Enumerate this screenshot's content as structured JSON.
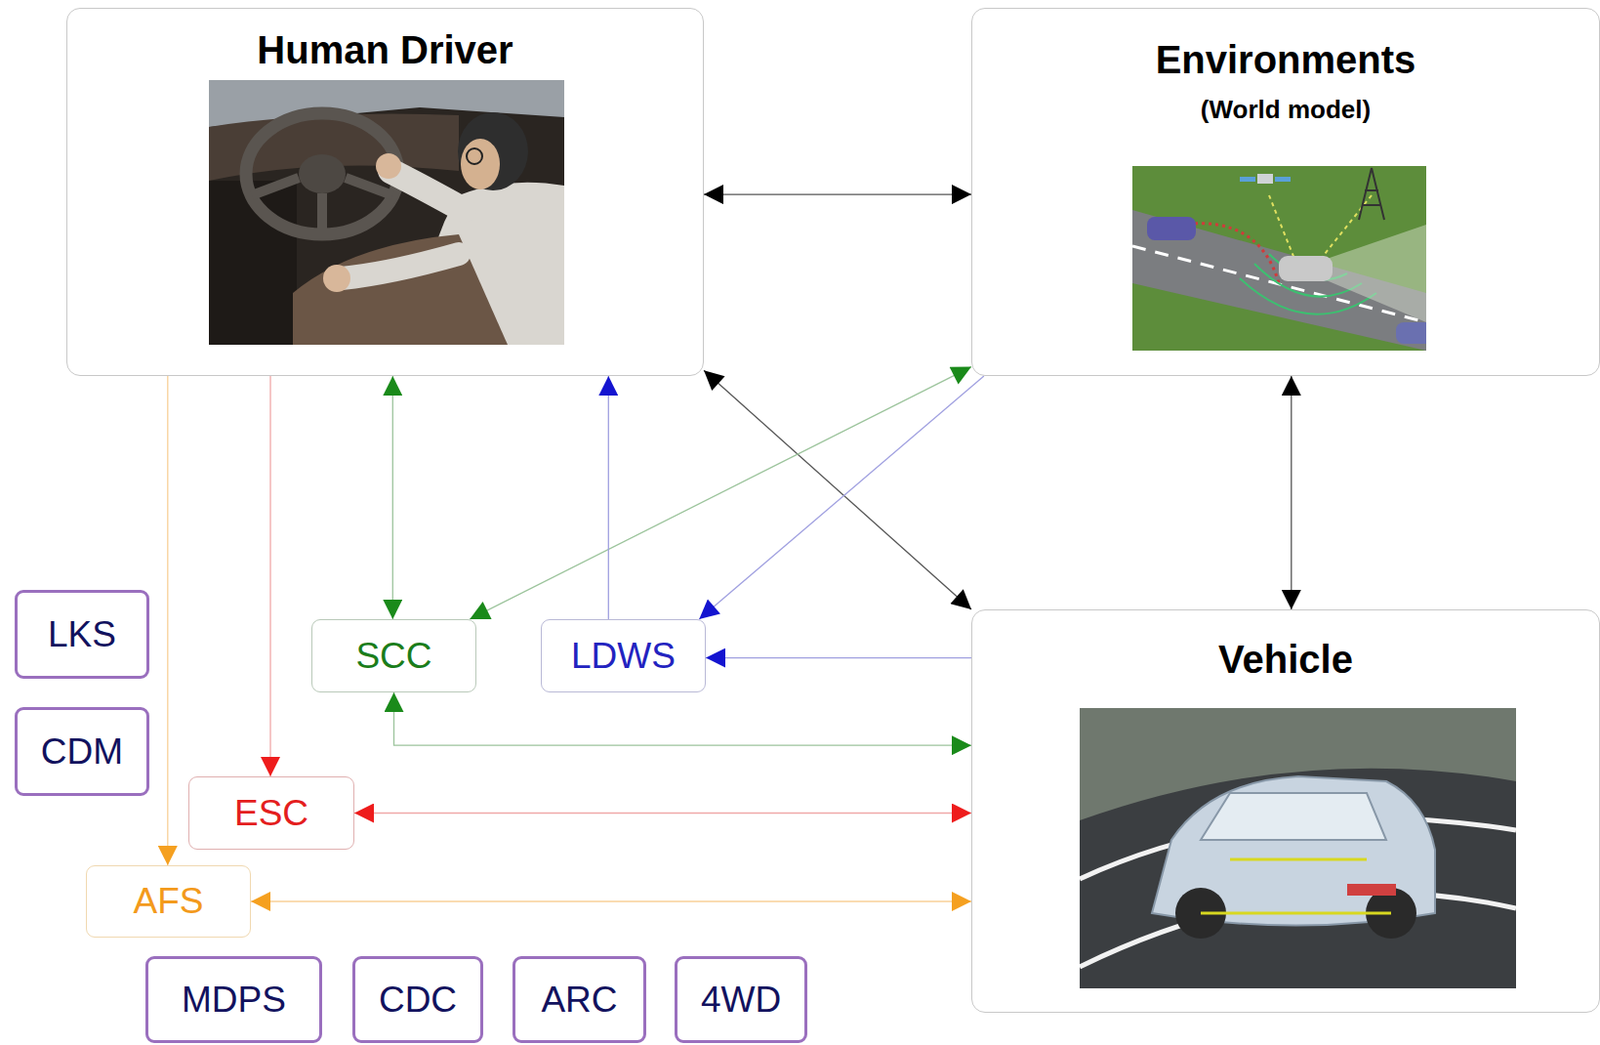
{
  "diagram": {
    "nodes": [
      {
        "text": [
          "Human Driver"
        ]
      },
      {
        "text": [
          "Environments",
          "(World model)"
        ]
      },
      {
        "text": [
          "Vehicle"
        ]
      },
      {
        "text": [
          "LKS"
        ]
      },
      {
        "text": [
          "SCC"
        ]
      },
      {
        "text": [
          "LDWS"
        ]
      },
      {
        "text": [
          "CDM"
        ]
      },
      {
        "text": [
          "ESC"
        ]
      },
      {
        "text": [
          "AFS"
        ]
      },
      {
        "text": [
          "MDPS"
        ]
      },
      {
        "text": [
          "CDC"
        ]
      },
      {
        "text": [
          "ARC"
        ]
      },
      {
        "text": [
          "4WD"
        ]
      }
    ],
    "edges": [
      {
        "from": 0,
        "to": 1,
        "arrow": "both"
      },
      {
        "from": 0,
        "to": 2,
        "arrow": "both"
      },
      {
        "from": 1,
        "to": 2,
        "arrow": "both"
      },
      {
        "from": 0,
        "to": 4,
        "arrow": "both"
      },
      {
        "from": 1,
        "to": 4,
        "arrow": "both"
      },
      {
        "from": 4,
        "to": 2,
        "arrow": "both"
      },
      {
        "from": 5,
        "to": 0,
        "arrow": "to"
      },
      {
        "from": 1,
        "to": 5,
        "arrow": "to"
      },
      {
        "from": 2,
        "to": 5,
        "arrow": "to"
      },
      {
        "from": 0,
        "to": 7,
        "arrow": "to"
      },
      {
        "from": 7,
        "to": 2,
        "arrow": "both"
      },
      {
        "from": 0,
        "to": 8,
        "arrow": "to"
      },
      {
        "from": 8,
        "to": 2,
        "arrow": "both"
      }
    ]
  }
}
